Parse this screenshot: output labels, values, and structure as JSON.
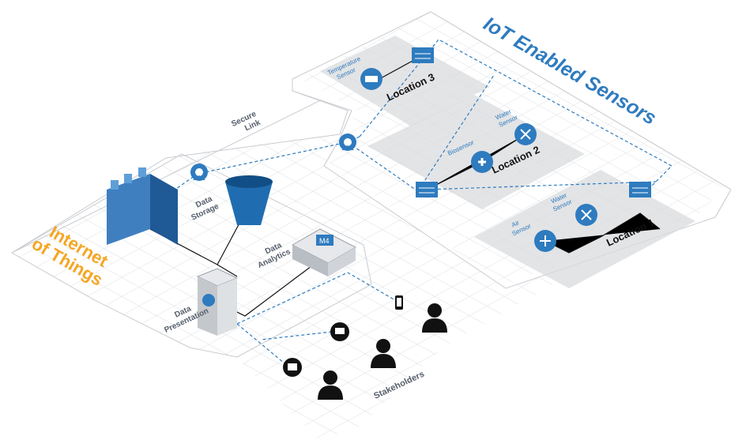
{
  "title": "IoT Enabled Sensors",
  "iot_title": [
    "Internet",
    "of Things"
  ],
  "secure_link": [
    "Secure",
    "Link"
  ],
  "locations": {
    "loc3": "Location 3",
    "loc2": "Location 2",
    "loc1": "Location 1"
  },
  "sensors": {
    "temperature": [
      "Temperature",
      "Sensor"
    ],
    "biosensor": "Biosensor",
    "water2": [
      "Water",
      "Sensor"
    ],
    "water1": [
      "Water",
      "Sensor"
    ],
    "air": [
      "Air",
      "Sensor"
    ]
  },
  "services": {
    "storage": [
      "Data",
      "Storage"
    ],
    "analytics": [
      "Data",
      "Analytics"
    ],
    "presentation": [
      "Data",
      "Presentation"
    ],
    "m4_badge": "M4"
  },
  "stakeholders": "Stakeholders",
  "colors": {
    "accent_blue": "#2e7bbf",
    "orange": "#f5a623",
    "dark": "#111111",
    "gray_label": "#555e6b"
  }
}
